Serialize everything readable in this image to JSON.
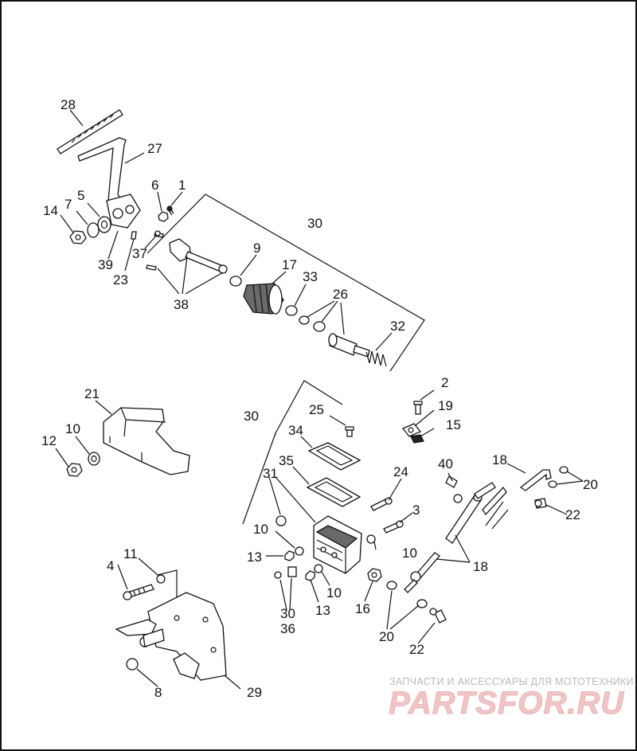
{
  "callouts": {
    "c1": "1",
    "c2": "2",
    "c3": "3",
    "c4": "4",
    "c5": "5",
    "c6": "6",
    "c7": "7",
    "c8": "8",
    "c9": "9",
    "c10a": "10",
    "c10b": "10",
    "c10c": "10",
    "c10d": "10",
    "c11": "11",
    "c12": "12",
    "c13a": "13",
    "c13b": "13",
    "c14": "14",
    "c15": "15",
    "c16": "16",
    "c17": "17",
    "c18a": "18",
    "c18b": "18",
    "c19": "19",
    "c20a": "20",
    "c20b": "20",
    "c21": "21",
    "c22a": "22",
    "c22b": "22",
    "c23": "23",
    "c24": "24",
    "c25": "25",
    "c26": "26",
    "c27": "27",
    "c28": "28",
    "c29": "29",
    "c30a": "30",
    "c30b": "30",
    "c30c": "30",
    "c31": "31",
    "c32": "32",
    "c33": "33",
    "c34": "34",
    "c35": "35",
    "c36": "36",
    "c37": "37",
    "c38": "38",
    "c39": "39",
    "c40": "40"
  },
  "watermark": {
    "tagline": "ЗАПЧАСТИ И АКСЕССУАРЫ ДЛЯ МОТОТЕХНИКИ",
    "brand": "PARTSFOR.RU",
    "color": "#e9a9a9"
  }
}
